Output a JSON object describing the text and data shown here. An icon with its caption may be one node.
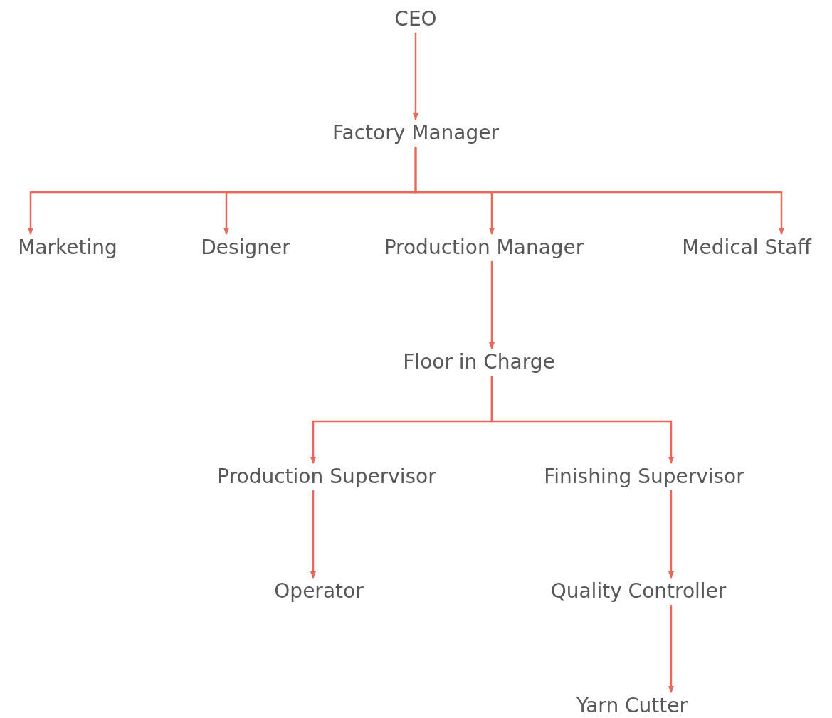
{
  "diagram": {
    "nodes": [
      {
        "text": [
          "CEO"
        ]
      },
      {
        "text": [
          "Factory Manager"
        ]
      },
      {
        "text": [
          "Marketing"
        ]
      },
      {
        "text": [
          "Designer"
        ]
      },
      {
        "text": [
          "Production Manager"
        ]
      },
      {
        "text": [
          "Medical Staff"
        ]
      },
      {
        "text": [
          "Floor in Charge"
        ]
      },
      {
        "text": [
          "Production Supervisor"
        ]
      },
      {
        "text": [
          "Finishing Supervisor"
        ]
      },
      {
        "text": [
          "Operator"
        ]
      },
      {
        "text": [
          "Quality Controller"
        ]
      },
      {
        "text": [
          "Yarn Cutter"
        ]
      }
    ],
    "edges": [
      {
        "from": 0,
        "to": 1,
        "arrow": "to"
      },
      {
        "from": 1,
        "to": 2,
        "arrow": "to"
      },
      {
        "from": 1,
        "to": 3,
        "arrow": "to"
      },
      {
        "from": 1,
        "to": 4,
        "arrow": "to"
      },
      {
        "from": 1,
        "to": 5,
        "arrow": "to"
      },
      {
        "from": 4,
        "to": 6,
        "arrow": "to"
      },
      {
        "from": 6,
        "to": 7,
        "arrow": "to"
      },
      {
        "from": 6,
        "to": 8,
        "arrow": "to"
      },
      {
        "from": 7,
        "to": 9,
        "arrow": "to"
      },
      {
        "from": 8,
        "to": 10,
        "arrow": "to"
      },
      {
        "from": 10,
        "to": 11,
        "arrow": "to"
      }
    ]
  }
}
